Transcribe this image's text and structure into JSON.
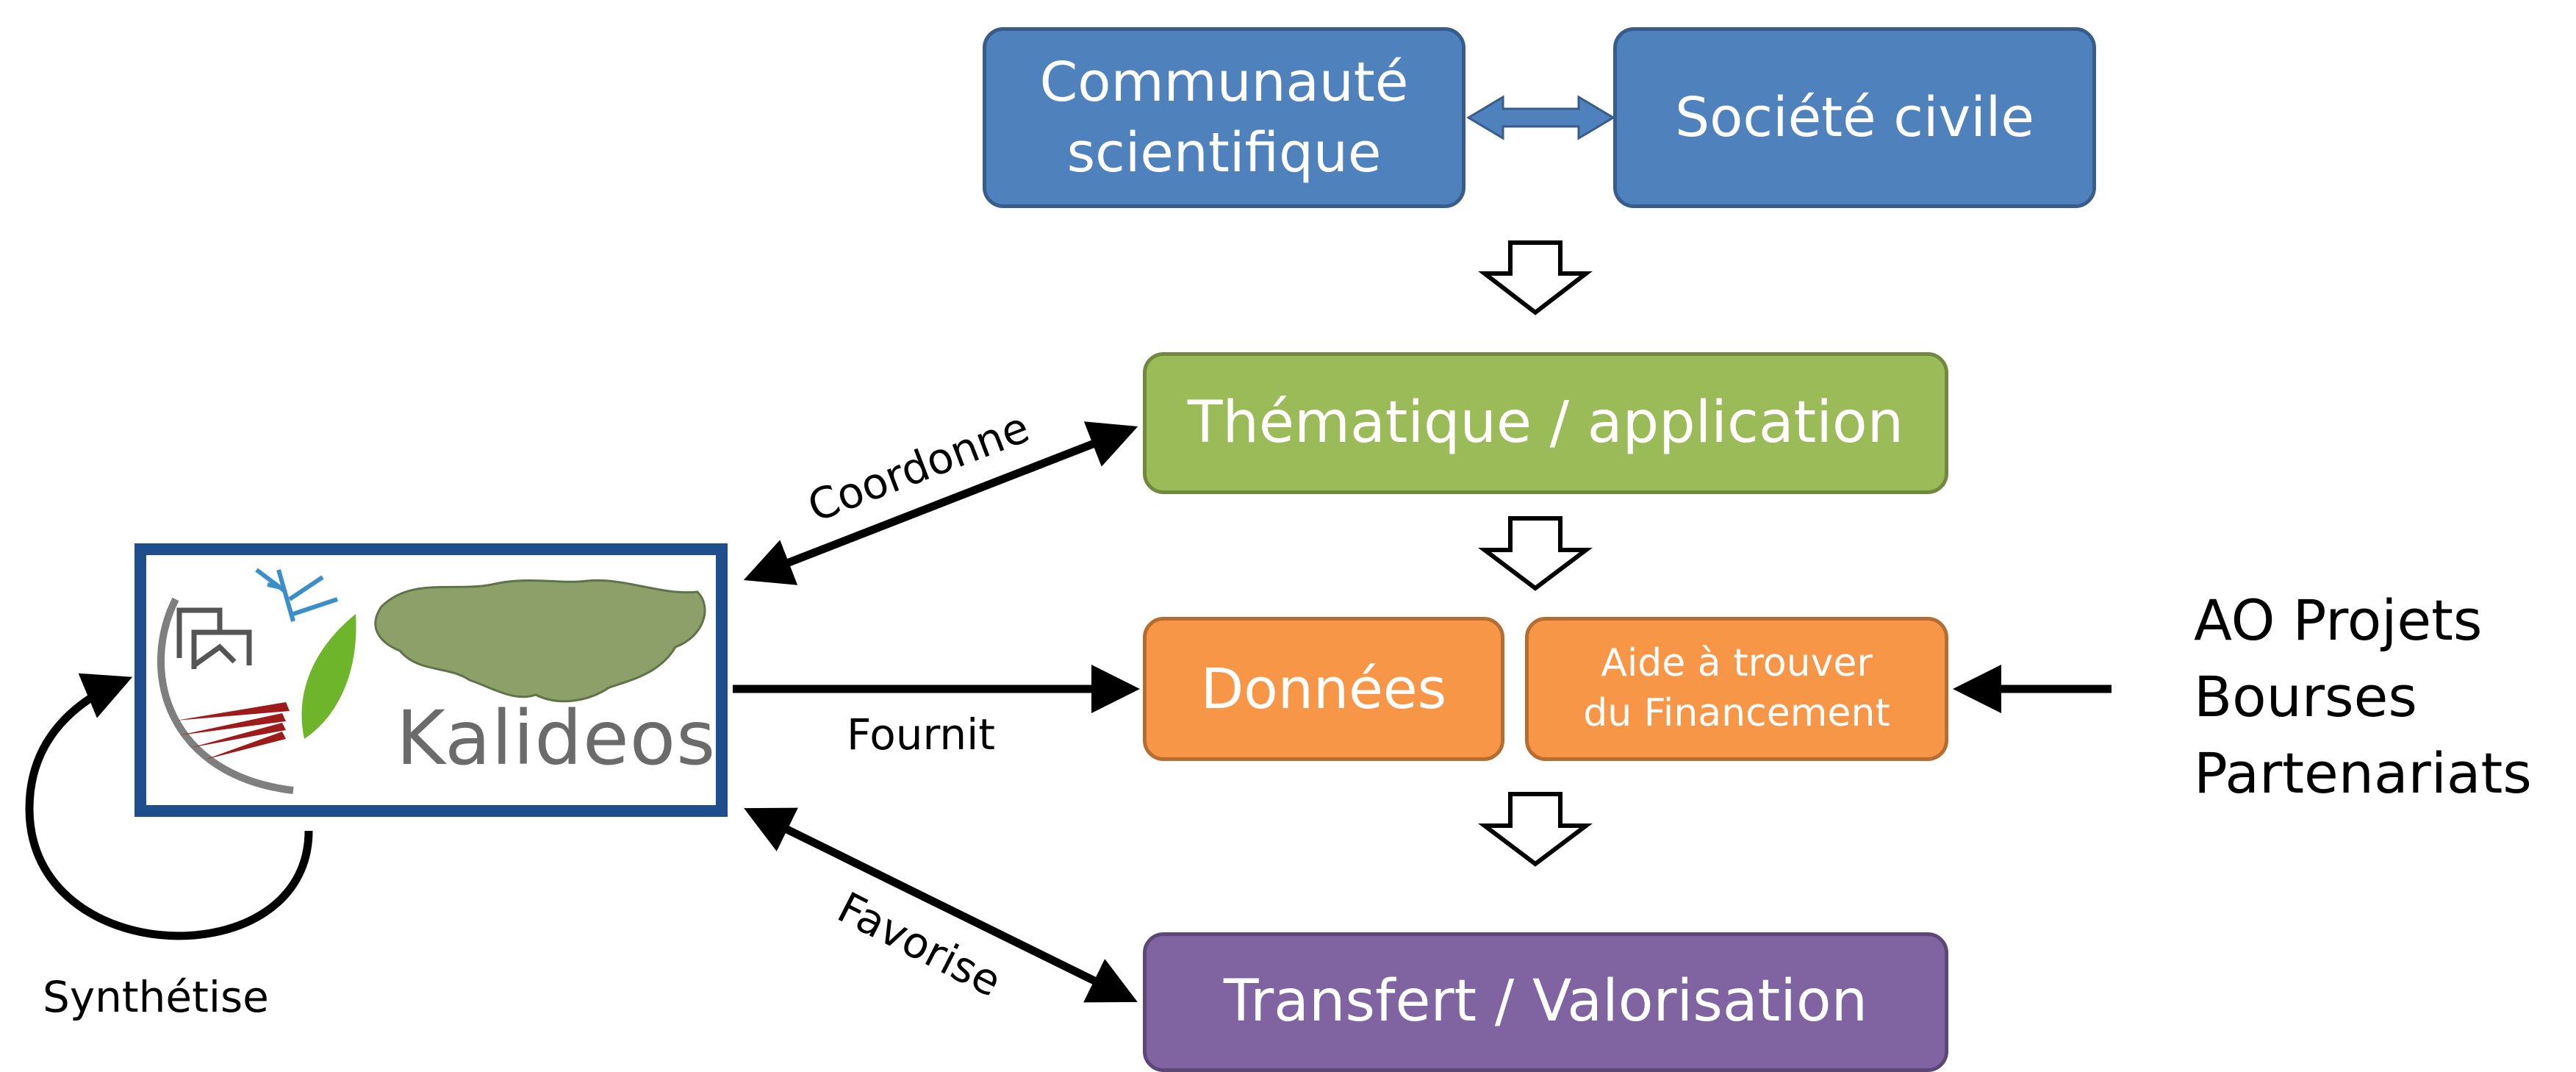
{
  "boxes": {
    "communaute": "Communauté\nscientifique",
    "societe": "Société civile",
    "thematique": "Thématique / application",
    "donnees": "Données",
    "aide": "Aide à trouver\ndu Financement",
    "transfert": "Transfert / Valorisation"
  },
  "edges": {
    "coordonne": "Coordonne",
    "fournit": "Fournit",
    "favorise": "Favorise",
    "synthetise": "Synthétise"
  },
  "logo": {
    "text": "Kalideos"
  },
  "funding_sources": [
    "AO Projets",
    "Bourses",
    "Partenariats"
  ],
  "colors": {
    "blue": "#4f81bd",
    "green": "#9bbb59",
    "orange": "#f79646",
    "purple": "#8064a2",
    "logo_border": "#1f4e8c"
  }
}
